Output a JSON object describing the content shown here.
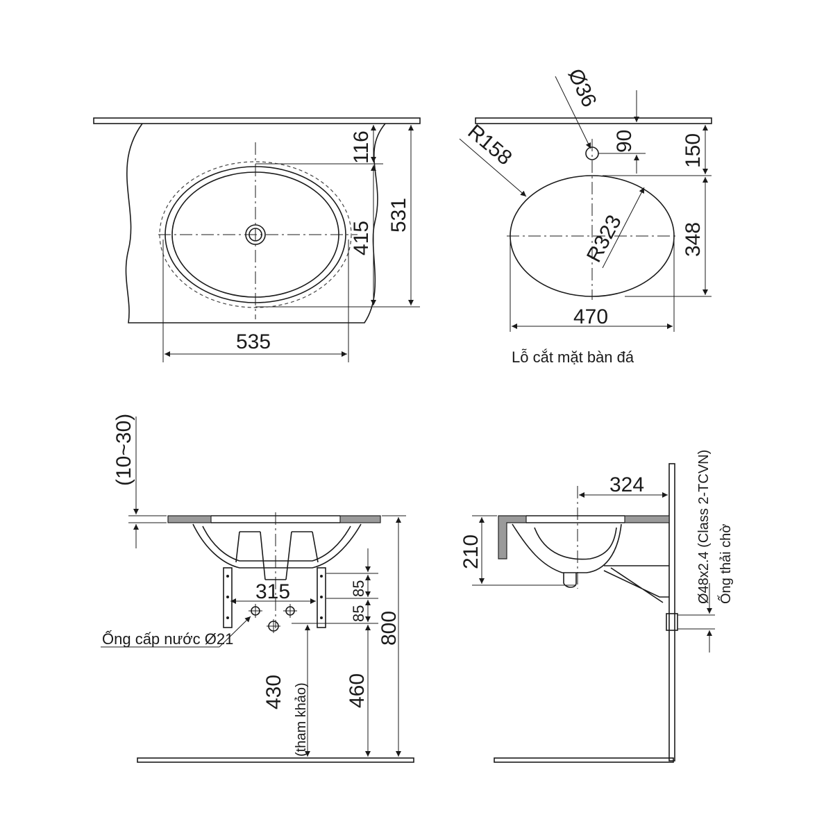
{
  "top_view": {
    "dim_width": "535",
    "dim_front": "116",
    "dim_bowl": "415",
    "dim_depth": "531"
  },
  "cutout_view": {
    "dim_tap_hole": "Ø36",
    "dim_radius_small": "R158",
    "dim_radius_large": "R323",
    "dim_tap_offset": "90",
    "dim_front_offset": "150",
    "dim_height": "348",
    "dim_width": "470",
    "caption": "Lỗ cắt mặt bàn đá"
  },
  "front_view": {
    "dim_counter_thickness": "(10~30)",
    "dim_pipe_spacing": "315",
    "dim_upper_85": "85",
    "dim_lower_85": "85",
    "dim_total_height": "800",
    "dim_pipe_height": "460",
    "dim_reference_height": "430",
    "reference_note": "(tham khảo)",
    "water_supply_label": "Ống cấp nước Ø21"
  },
  "side_view": {
    "dim_depth": "324",
    "dim_bowl_height": "210",
    "drain_spec": "Ø48x2.4 (Class 2-TCVN)",
    "drain_label": "Ống thải chờ"
  }
}
